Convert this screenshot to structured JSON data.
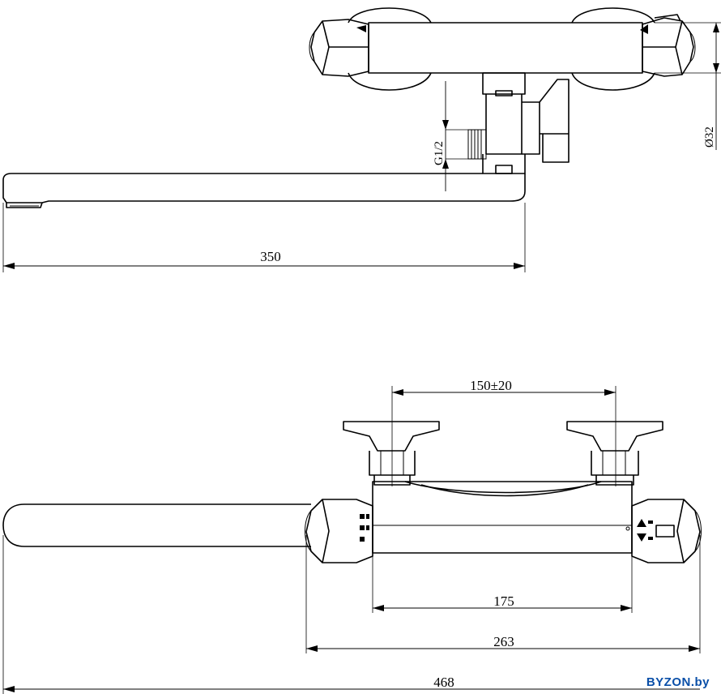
{
  "dimensions": {
    "spout_length": "350",
    "pipe_thread": "G1/2",
    "diameter": "Ø32",
    "center_distance": "150±20",
    "body_length": "175",
    "handles_length": "263",
    "overall_length": "468"
  },
  "watermark": {
    "text": "BYZON.by",
    "color": "#0a4fa8"
  }
}
